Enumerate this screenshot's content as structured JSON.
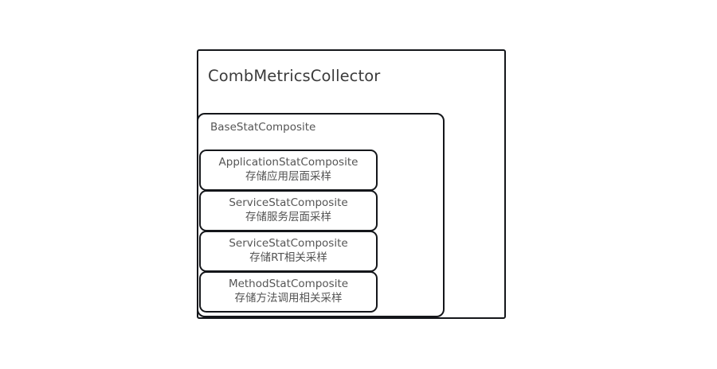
{
  "diagram": {
    "title": "CombMetricsCollector",
    "background_color": "#ffffff",
    "border_color": "#14161a",
    "title_text_color": "#3b3b3b",
    "label_text_color": "#555555",
    "base_composite": {
      "title": "BaseStatComposite",
      "children": [
        {
          "title": "ApplicationStatComposite",
          "subtitle": "存储应用层面采样"
        },
        {
          "title": "ServiceStatComposite",
          "subtitle": "存储服务层面采样"
        },
        {
          "title": "ServiceStatComposite",
          "subtitle": "存储RT相关采样"
        },
        {
          "title": "MethodStatComposite",
          "subtitle": "存储方法调用相关采样"
        }
      ]
    }
  }
}
